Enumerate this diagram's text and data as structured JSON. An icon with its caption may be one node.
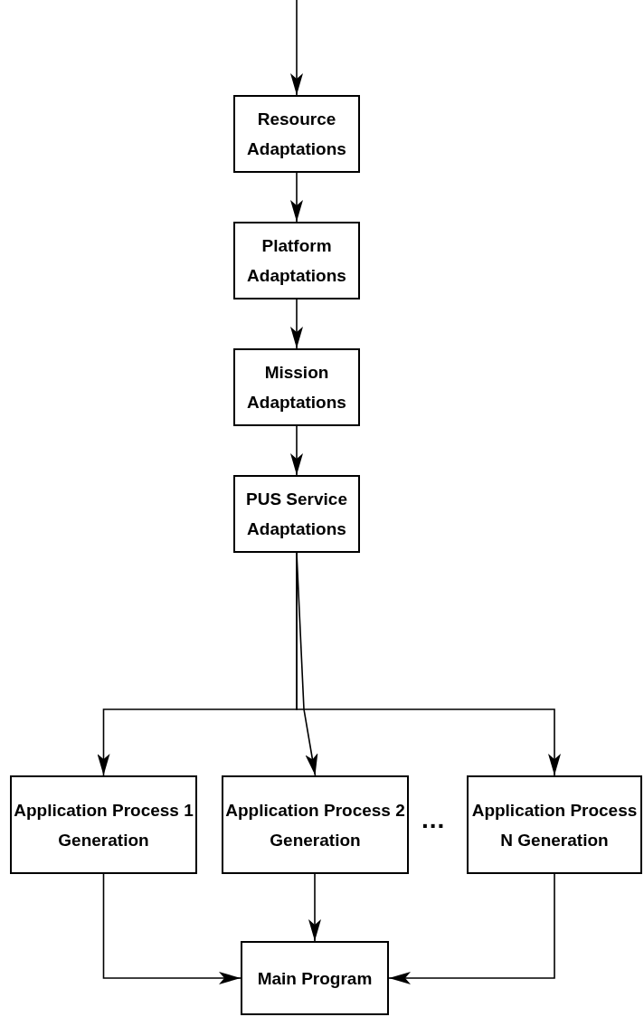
{
  "diagram": {
    "nodes": [
      {
        "text": [
          "Resource Adaptations"
        ]
      },
      {
        "text": [
          "Platform Adaptations"
        ]
      },
      {
        "text": [
          "Mission Adaptations"
        ]
      },
      {
        "text": [
          "PUS Service Adaptations"
        ]
      },
      {
        "text": [
          "Application Process 1 Generation"
        ]
      },
      {
        "text": [
          "Application Process 2 Generation"
        ]
      },
      {
        "text": [
          "Application Process N Generation"
        ]
      },
      {
        "text": [
          "Main Program"
        ]
      }
    ],
    "edges": [
      {
        "from": null,
        "to": 0,
        "arrow": "to"
      },
      {
        "from": 0,
        "to": 1,
        "arrow": "to"
      },
      {
        "from": 1,
        "to": 2,
        "arrow": "to"
      },
      {
        "from": 2,
        "to": 3,
        "arrow": "to"
      },
      {
        "from": 3,
        "to": 4,
        "arrow": "to"
      },
      {
        "from": 3,
        "to": 5,
        "arrow": "to"
      },
      {
        "from": 3,
        "to": 6,
        "arrow": "to"
      },
      {
        "from": 4,
        "to": 7,
        "arrow": "to"
      },
      {
        "from": 5,
        "to": 7,
        "arrow": "to"
      },
      {
        "from": 6,
        "to": 7,
        "arrow": "to"
      }
    ],
    "labels": [
      "..."
    ]
  }
}
